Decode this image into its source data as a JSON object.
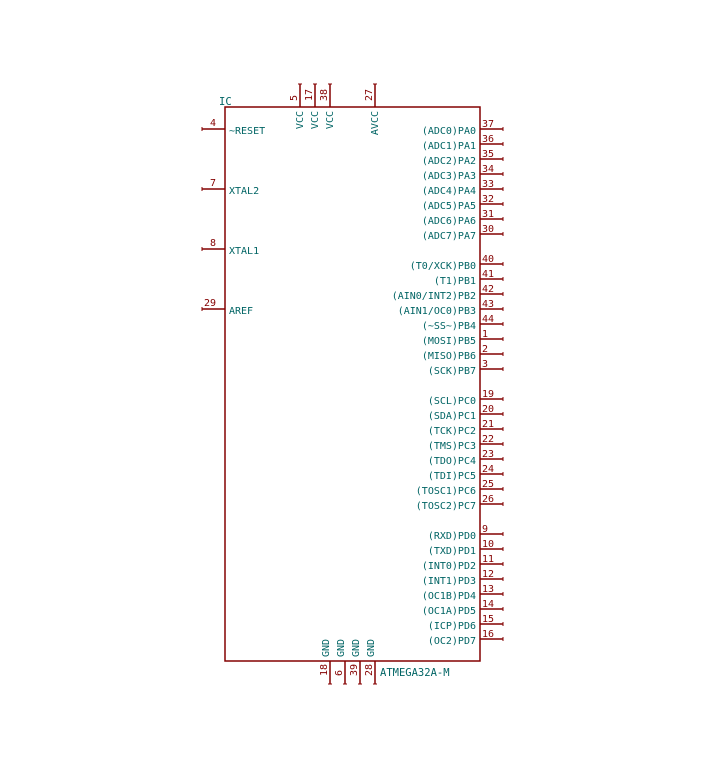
{
  "component": {
    "reference": "IC",
    "value": "ATMEGA32A-M"
  },
  "colors": {
    "outline": "#840000",
    "text": "#006464",
    "background": "#ffffff"
  },
  "left_pins": [
    {
      "num": "4",
      "name": "~RESET"
    },
    {
      "num": "7",
      "name": "XTAL2"
    },
    {
      "num": "8",
      "name": "XTAL1"
    },
    {
      "num": "29",
      "name": "AREF"
    }
  ],
  "top_pins": [
    {
      "num": "5",
      "name": "VCC"
    },
    {
      "num": "17",
      "name": "VCC"
    },
    {
      "num": "38",
      "name": "VCC"
    },
    {
      "num": "27",
      "name": "AVCC"
    }
  ],
  "bottom_pins": [
    {
      "num": "18",
      "name": "GND"
    },
    {
      "num": "6",
      "name": "GND"
    },
    {
      "num": "39",
      "name": "GND"
    },
    {
      "num": "28",
      "name": "GND"
    }
  ],
  "right_pins": [
    {
      "num": "37",
      "name": "(ADC0)PA0"
    },
    {
      "num": "36",
      "name": "(ADC1)PA1"
    },
    {
      "num": "35",
      "name": "(ADC2)PA2"
    },
    {
      "num": "34",
      "name": "(ADC3)PA3"
    },
    {
      "num": "33",
      "name": "(ADC4)PA4"
    },
    {
      "num": "32",
      "name": "(ADC5)PA5"
    },
    {
      "num": "31",
      "name": "(ADC6)PA6"
    },
    {
      "num": "30",
      "name": "(ADC7)PA7"
    },
    {
      "num": "40",
      "name": "(T0/XCK)PB0"
    },
    {
      "num": "41",
      "name": "(T1)PB1"
    },
    {
      "num": "42",
      "name": "(AIN0/INT2)PB2"
    },
    {
      "num": "43",
      "name": "(AIN1/OC0)PB3"
    },
    {
      "num": "44",
      "name": "(~SS~)PB4"
    },
    {
      "num": "1",
      "name": "(MOSI)PB5"
    },
    {
      "num": "2",
      "name": "(MISO)PB6"
    },
    {
      "num": "3",
      "name": "(SCK)PB7"
    },
    {
      "num": "19",
      "name": "(SCL)PC0"
    },
    {
      "num": "20",
      "name": "(SDA)PC1"
    },
    {
      "num": "21",
      "name": "(TCK)PC2"
    },
    {
      "num": "22",
      "name": "(TMS)PC3"
    },
    {
      "num": "23",
      "name": "(TDO)PC4"
    },
    {
      "num": "24",
      "name": "(TDI)PC5"
    },
    {
      "num": "25",
      "name": "(TOSC1)PC6"
    },
    {
      "num": "26",
      "name": "(TOSC2)PC7"
    },
    {
      "num": "9",
      "name": "(RXD)PD0"
    },
    {
      "num": "10",
      "name": "(TXD)PD1"
    },
    {
      "num": "11",
      "name": "(INT0)PD2"
    },
    {
      "num": "12",
      "name": "(INT1)PD3"
    },
    {
      "num": "13",
      "name": "(OC1B)PD4"
    },
    {
      "num": "14",
      "name": "(OC1A)PD5"
    },
    {
      "num": "15",
      "name": "(ICP)PD6"
    },
    {
      "num": "16",
      "name": "(OC2)PD7"
    }
  ]
}
